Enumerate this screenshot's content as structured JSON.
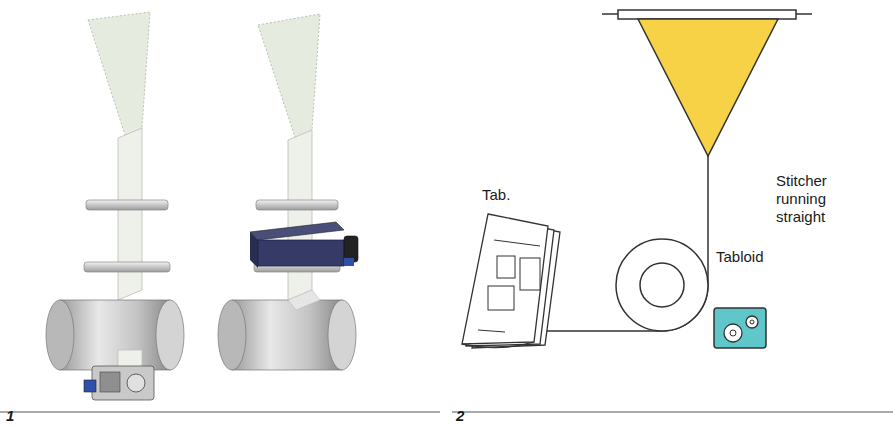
{
  "diagram": {
    "labels": [
      "1",
      "2",
      "Tabloid",
      "Stitcher running straight",
      "Tab."
    ]
  }
}
